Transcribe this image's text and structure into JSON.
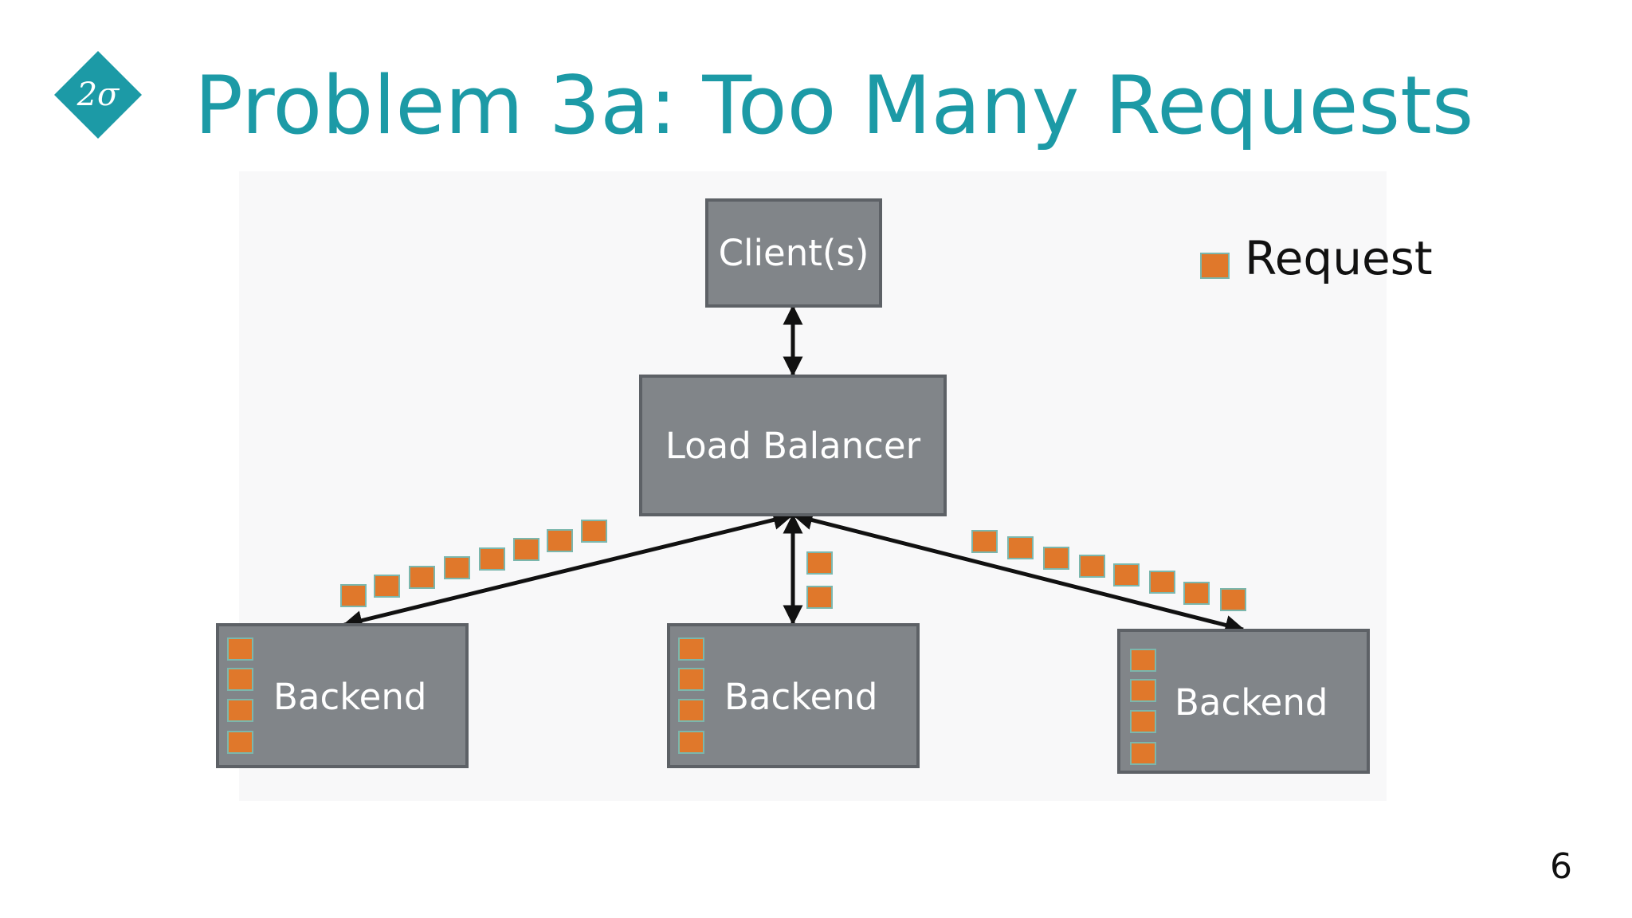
{
  "slide": {
    "title": "Problem 3a: Too Many Requests",
    "logo_text": "2σ",
    "page_number": "6"
  },
  "diagram": {
    "client_label": "Client(s)",
    "load_balancer_label": "Load Balancer",
    "backends": [
      {
        "label": "Backend",
        "queued_requests": 4,
        "in_flight_requests": 8
      },
      {
        "label": "Backend",
        "queued_requests": 4,
        "in_flight_requests": 2
      },
      {
        "label": "Backend",
        "queued_requests": 4,
        "in_flight_requests": 8
      }
    ]
  },
  "legend": {
    "label": "Request"
  },
  "colors": {
    "title": "#1c9aa6",
    "logo": "#1c9aa6",
    "box_fill": "#818589",
    "box_border": "#5d6166",
    "request_fill": "#e0782b",
    "request_border": "#7bb7ad"
  }
}
